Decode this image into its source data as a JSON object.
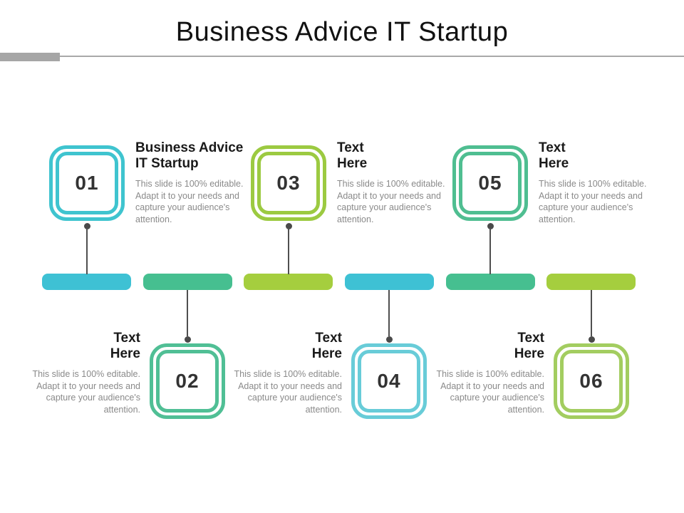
{
  "slide": {
    "title": "Business Advice IT Startup",
    "accent_bar_color": "#a6a6a6",
    "divider_color": "#a9a9a9",
    "connector_color": "#4a4a4a"
  },
  "timeline": {
    "items": [
      {
        "number": "01",
        "heading": "Business Advice\nIT Startup",
        "body": "This slide is 100% editable. Adapt it to your needs and capture your audience's attention.",
        "box_color": "#3fc4cf",
        "segment_color": "#3ec1d4",
        "position": "top"
      },
      {
        "number": "02",
        "heading": "Text\nHere",
        "body": "This slide is 100% editable. Adapt it to your needs and capture your audience's attention.",
        "box_color": "#50bf95",
        "segment_color": "#46bf90",
        "position": "bottom"
      },
      {
        "number": "03",
        "heading": "Text\nHere",
        "body": "This slide is 100% editable. Adapt it to your needs and capture your audience's attention.",
        "box_color": "#9cca41",
        "segment_color": "#a5ce3e",
        "position": "top"
      },
      {
        "number": "04",
        "heading": "Text\nHere",
        "body": "This slide is 100% editable. Adapt it to your needs and capture your audience's attention.",
        "box_color": "#68ccd8",
        "segment_color": "#3ec1d4",
        "position": "bottom"
      },
      {
        "number": "05",
        "heading": "Text\nHere",
        "body": "This slide is 100% editable. Adapt it to your needs and capture your audience's attention.",
        "box_color": "#4fbe91",
        "segment_color": "#46bf90",
        "position": "top"
      },
      {
        "number": "06",
        "heading": "Text\nHere",
        "body": "This slide is 100% editable. Adapt it to your needs and capture your audience's attention.",
        "box_color": "#a3cd60",
        "segment_color": "#a5ce3e",
        "position": "bottom"
      }
    ]
  }
}
